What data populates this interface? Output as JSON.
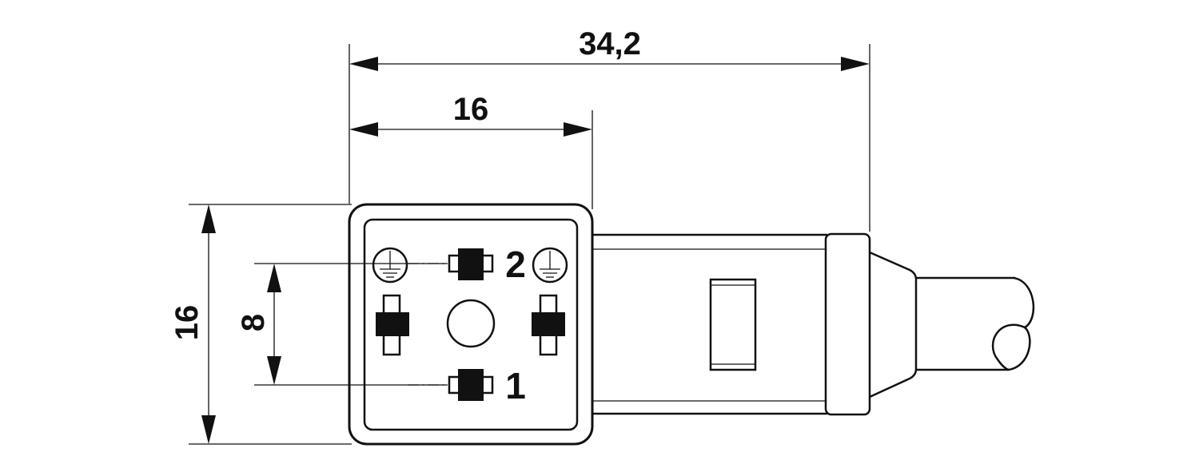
{
  "dimensions": {
    "overall_length": "34,2",
    "housing_width": "16",
    "housing_height": "16",
    "pin_spacing": "8"
  },
  "pins": {
    "pin_top_label": "2",
    "pin_bottom_label": "1"
  },
  "icons": [
    "ground-symbol-left",
    "ground-symbol-right"
  ],
  "colors": {
    "line": "#111111",
    "background": "#ffffff"
  }
}
